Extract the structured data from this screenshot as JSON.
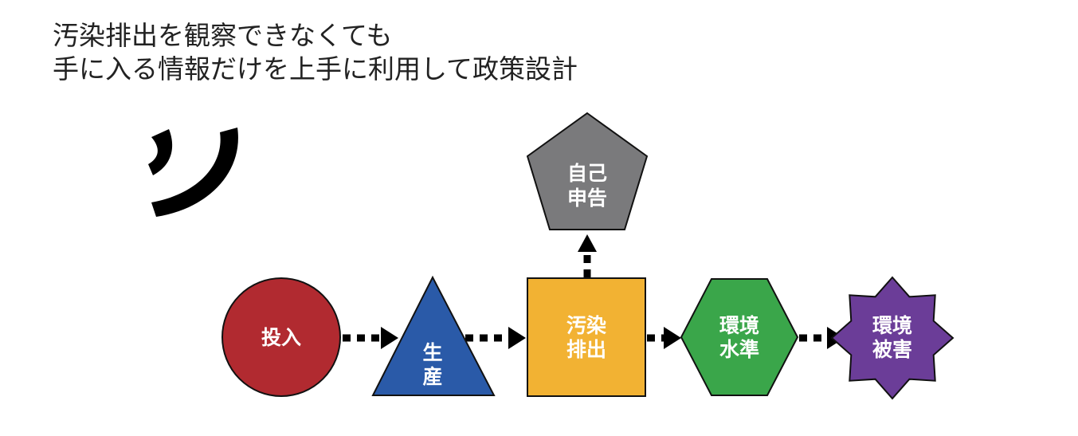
{
  "headline": {
    "line1": "汚染排出を観察できなくても",
    "line2": "手に入る情報だけを上手に利用して政策設計"
  },
  "decoration": {
    "icon": "sound-wave-icon"
  },
  "nodes": [
    {
      "id": "input",
      "shape": "circle",
      "color": "#b12a30",
      "lines": [
        "投入"
      ]
    },
    {
      "id": "production",
      "shape": "triangle",
      "color": "#2a5aa8",
      "lines": [
        "生",
        "産"
      ]
    },
    {
      "id": "emission",
      "shape": "square",
      "color": "#f2b233",
      "lines": [
        "汚染",
        "排出"
      ]
    },
    {
      "id": "self-report",
      "shape": "pentagon",
      "color": "#7a7a7c",
      "lines": [
        "自己",
        "申告"
      ]
    },
    {
      "id": "env-level",
      "shape": "hexagon",
      "color": "#3aa64a",
      "lines": [
        "環境",
        "水準"
      ]
    },
    {
      "id": "env-damage",
      "shape": "star",
      "color": "#6b3d98",
      "lines": [
        "環境",
        "被害"
      ]
    }
  ],
  "edges": [
    {
      "from": "input",
      "to": "production"
    },
    {
      "from": "production",
      "to": "emission"
    },
    {
      "from": "emission",
      "to": "env-level"
    },
    {
      "from": "env-level",
      "to": "env-damage"
    },
    {
      "from": "emission",
      "to": "self-report"
    }
  ]
}
